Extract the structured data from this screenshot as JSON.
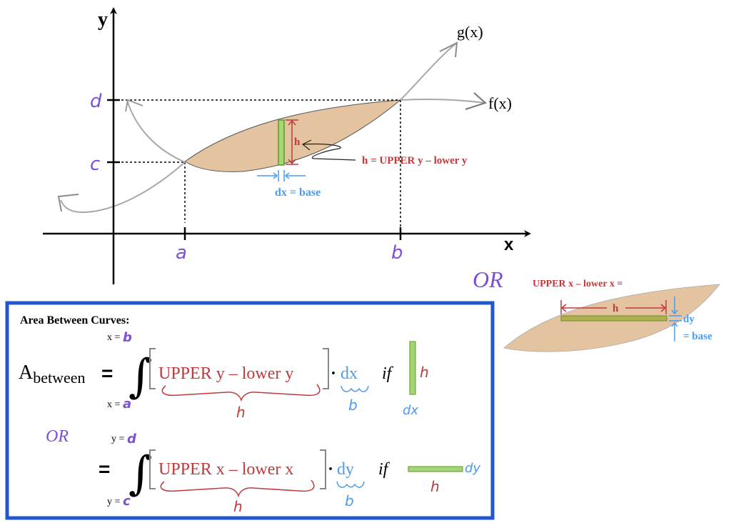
{
  "colors": {
    "region_fill": "#e4c4a0",
    "strip_fill": "#a6d672",
    "strip_stroke": "#5a9a2c",
    "red": "#c0393b",
    "blue": "#4a9cf0",
    "purple": "#7b4fd6",
    "curve_gray": "#a8a8a8",
    "box_border": "#2156cc"
  },
  "graph": {
    "y_axis_label": "y",
    "x_axis_label": "x",
    "tick_d": "d",
    "tick_c": "c",
    "tick_a": "a",
    "tick_b": "b",
    "g_label": "g(x)",
    "f_label": "f(x)",
    "strip_h": "h",
    "h_annotation": "h = UPPER y – lower y",
    "dx_annotation": "dx = base"
  },
  "side": {
    "or_label": "OR",
    "upper_x_label": "UPPER x – lower x =",
    "h_label": "h",
    "dy_label": "dy",
    "base_label": "= base"
  },
  "formula_box": {
    "title": "Area Between Curves:",
    "a_main": "A",
    "a_sub": "between",
    "equals": "=",
    "row1": {
      "upper_limit_prefix": "x =",
      "upper_limit_var": "b",
      "lower_limit_prefix": "x =",
      "lower_limit_var": "a",
      "integrand": "UPPER y – lower y",
      "dot": "·",
      "differential": "dx",
      "brace_label": "h",
      "diff_brace_label": "b",
      "if_word": "if",
      "strip_h_label": "h",
      "strip_dx_label": "dx"
    },
    "or_label": "OR",
    "row2": {
      "upper_limit_prefix": "y =",
      "upper_limit_var": "d",
      "lower_limit_prefix": "y =",
      "lower_limit_var": "c",
      "integrand": "UPPER x – lower x",
      "dot": "·",
      "differential": "dy",
      "brace_label": "h",
      "diff_brace_label": "b",
      "if_word": "if",
      "strip_h_label": "h",
      "strip_dy_label": "dy"
    }
  }
}
